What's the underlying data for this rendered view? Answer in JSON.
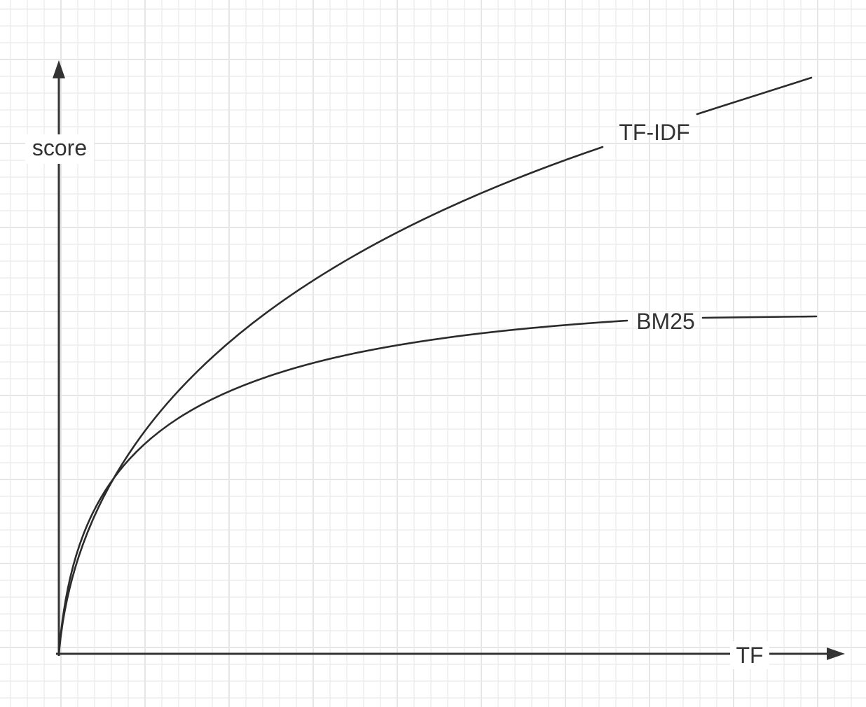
{
  "diagram": {
    "background": "#ffffff",
    "grid_color": "#e6e6e6",
    "line_color": "#333333",
    "axes": {
      "x_label": "TF",
      "y_label": "score"
    },
    "curves": [
      {
        "id": "tfidf",
        "label": "TF-IDF",
        "shape": "sqrt-like, keeps rising"
      },
      {
        "id": "bm25",
        "label": "BM25",
        "shape": "saturating, levels off"
      }
    ]
  }
}
